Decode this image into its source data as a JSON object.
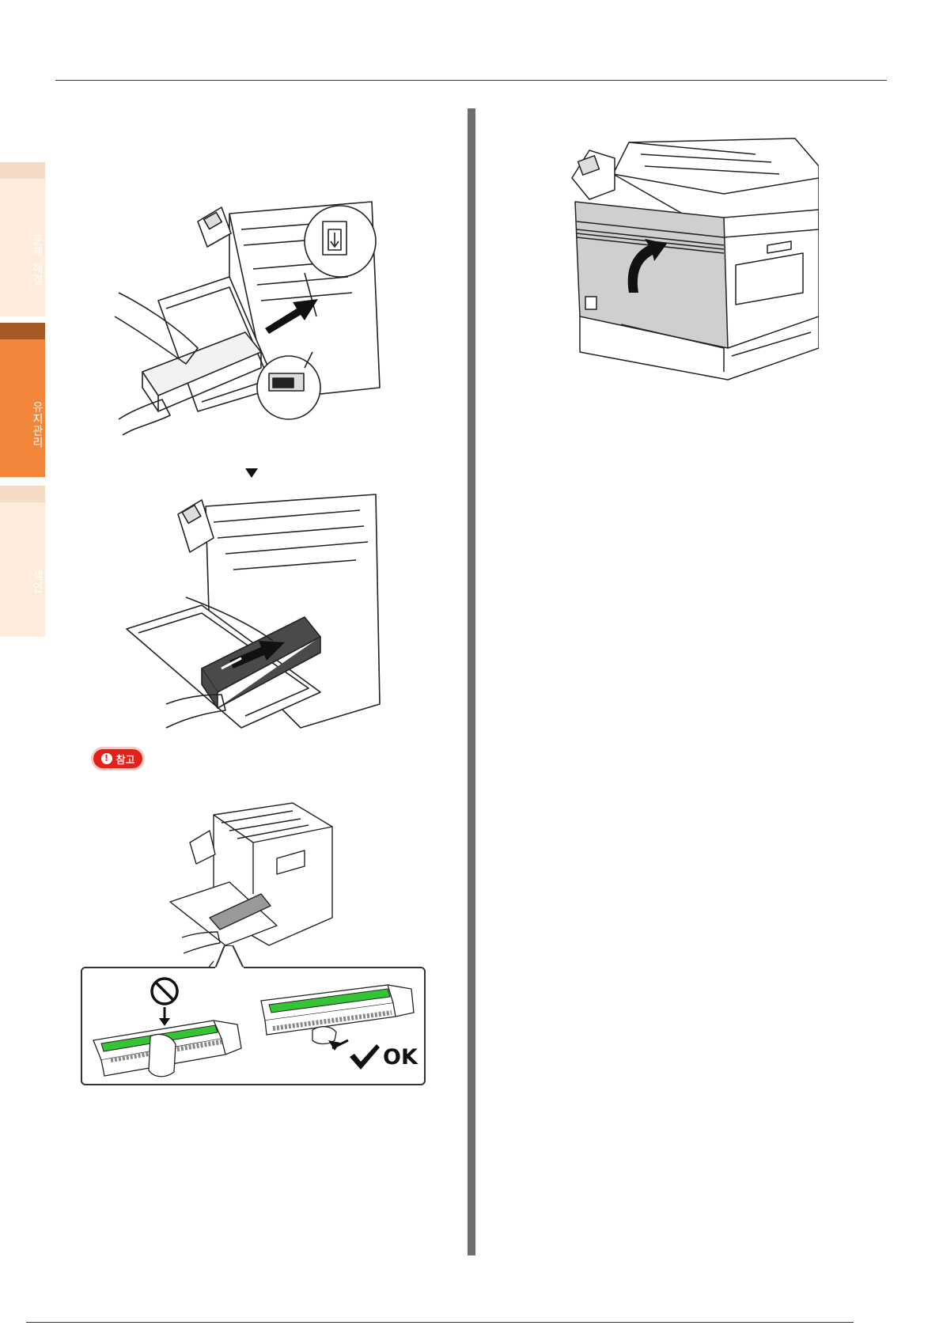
{
  "side_tabs": [
    {
      "label": "문제 해결",
      "active": false
    },
    {
      "label": "유지관리",
      "active": true
    },
    {
      "label": "색인",
      "active": false
    }
  ],
  "note": {
    "label": "참고",
    "icon": "exclamation-icon"
  },
  "callout": {
    "prohibited_icon": "prohibited-icon",
    "ok_icon": "checkmark-icon",
    "ok_label": "OK"
  },
  "colors": {
    "accent": "#f2873b",
    "accent_dark": "#a65a26",
    "tab_light": "#fdebdc",
    "note_red": "#e3211b",
    "drum_green": "#35c435"
  }
}
